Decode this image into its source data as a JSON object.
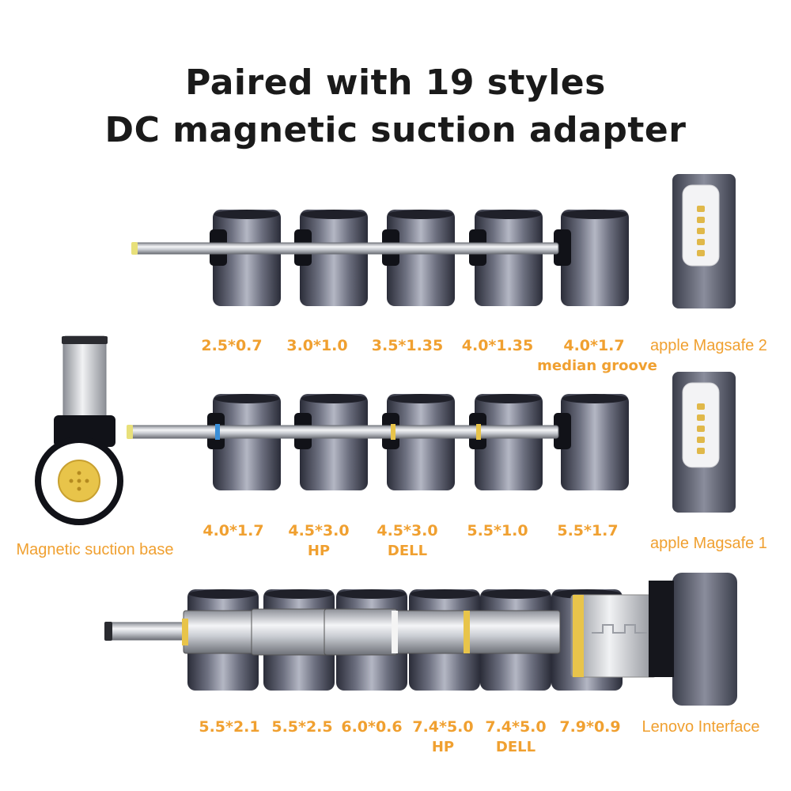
{
  "title": {
    "line1": "Paired with 19 styles",
    "line2": "DC magnetic suction adapter"
  },
  "colors": {
    "label": "#f0a030",
    "title": "#1a1a1a",
    "metal_dark": "#3a3d4a",
    "metal_light": "#a9acb8",
    "gold": "#e8c44a"
  },
  "row1": [
    {
      "size": "2.5*0.7",
      "note": ""
    },
    {
      "size": "3.0*1.0",
      "note": ""
    },
    {
      "size": "3.5*1.35",
      "note": ""
    },
    {
      "size": "4.0*1.35",
      "note": ""
    },
    {
      "size": "4.0*1.7",
      "note": "median groove"
    }
  ],
  "row1_end": "apple Magsafe 2",
  "row2": [
    {
      "size": "4.0*1.7",
      "note": ""
    },
    {
      "size": "4.5*3.0",
      "note": "HP"
    },
    {
      "size": "4.5*3.0",
      "note": "DELL"
    },
    {
      "size": "5.5*1.0",
      "note": ""
    },
    {
      "size": "5.5*1.7",
      "note": ""
    }
  ],
  "row2_end": "apple Magsafe 1",
  "base_label": "Magnetic suction base",
  "row3": [
    {
      "size": "5.5*2.1",
      "note": ""
    },
    {
      "size": "5.5*2.5",
      "note": ""
    },
    {
      "size": "6.0*0.6",
      "note": ""
    },
    {
      "size": "7.4*5.0",
      "note": "HP"
    },
    {
      "size": "7.4*5.0",
      "note": "DELL"
    },
    {
      "size": "7.9*0.9",
      "note": ""
    }
  ],
  "row3_end": "Lenovo Interface"
}
